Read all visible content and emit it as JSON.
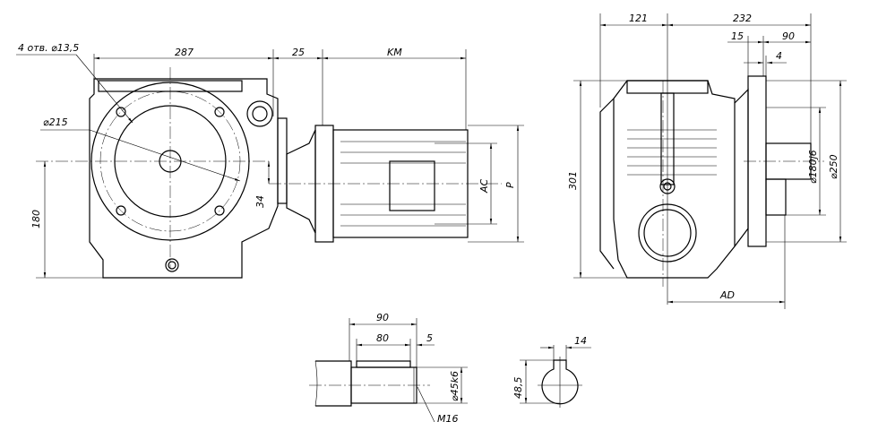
{
  "front_view": {
    "holes_label": "4 отв. ⌀13,5",
    "width": "287",
    "gap": "25",
    "motor_length": "KM",
    "bolt_circle": "⌀215",
    "offset": "34",
    "shaft_height": "180",
    "motor_ac": "AC",
    "motor_p": "P"
  },
  "side_view": {
    "left_dim": "121",
    "right_dim": "232",
    "flange_thk": "15",
    "shaft_len": "90",
    "spigot": "4",
    "height": "301",
    "spigot_dia": "⌀180j6",
    "flange_dia": "⌀250",
    "motor_ad": "AD"
  },
  "shaft_detail": {
    "length": "90",
    "key_length": "80",
    "end_offset": "5",
    "diameter": "⌀45k6",
    "thread": "M16",
    "key_depth": "48,5",
    "key_width": "14"
  }
}
